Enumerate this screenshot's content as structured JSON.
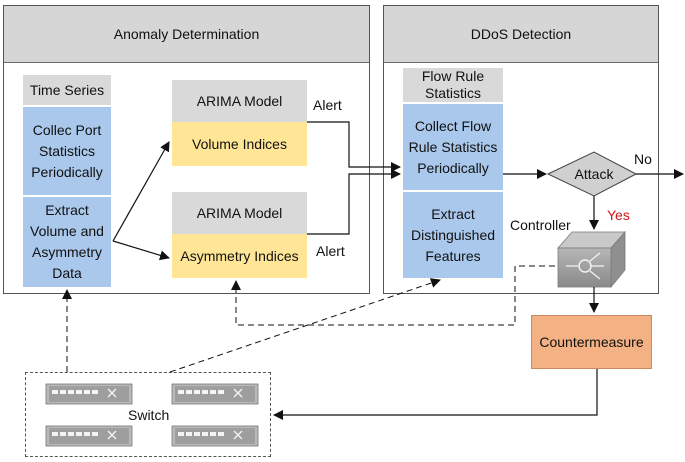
{
  "panels": {
    "anomaly": {
      "title": "Anomaly Determination"
    },
    "ddos": {
      "title": "DDoS Detection"
    }
  },
  "time_series": {
    "title": "Time Series",
    "collect": "Collec Port Statistics Periodically",
    "extract": "Extract Volume and Asymmetry Data"
  },
  "arima": {
    "model_label": "ARIMA Model",
    "volume": "Volume Indices",
    "asymmetry": "Asymmetry Indices"
  },
  "flow_rule": {
    "title": "Flow Rule Statistics",
    "collect": "Collect Flow Rule Statistics Periodically",
    "extract": "Extract Distinguished Features"
  },
  "labels": {
    "alert": "Alert",
    "attack": "Attack",
    "no": "No",
    "yes": "Yes",
    "controller": "Controller",
    "countermeasure": "Countermeasure",
    "switch": "Switch"
  },
  "icons": [
    "controller-router-icon",
    "switch-icon"
  ],
  "colors": {
    "header_gray": "#d6d6d6",
    "box_gray": "#d9d9d9",
    "blue": "#a9c8ec",
    "yellow": "#ffe697",
    "orange": "#f4b183",
    "yes_red": "#d01818"
  }
}
